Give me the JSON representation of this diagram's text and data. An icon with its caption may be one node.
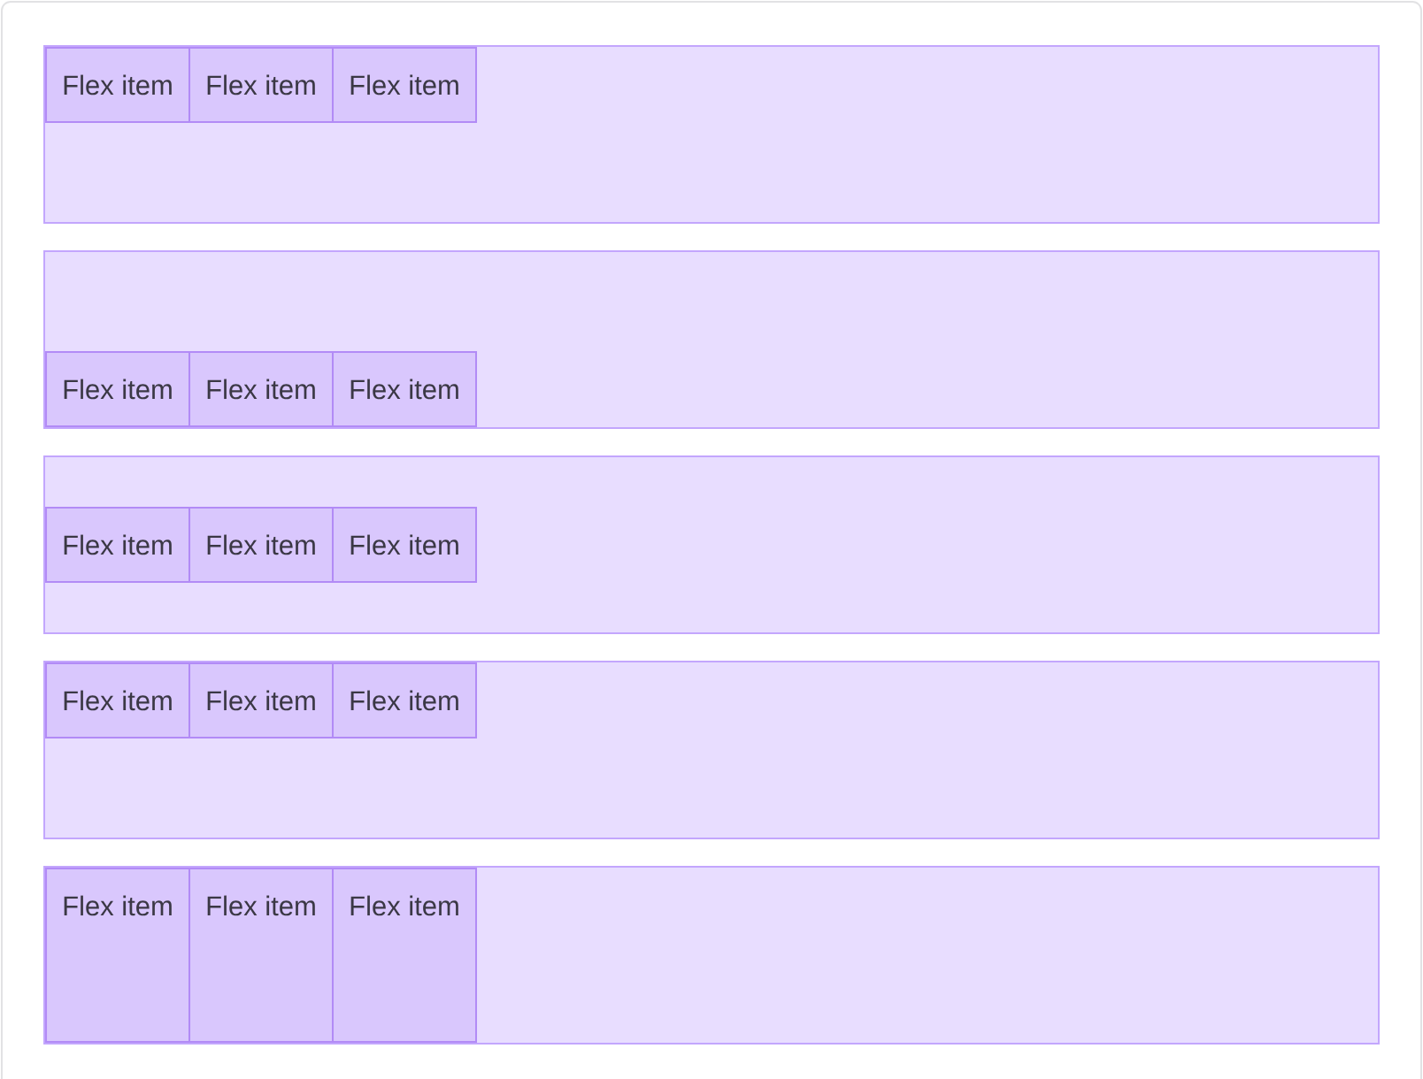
{
  "diagram": {
    "nodes": [
      {
        "text": [],
        "shape": "box"
      },
      {
        "text": [],
        "shape": "box",
        "in": 0
      },
      {
        "text": [
          "Flex item"
        ],
        "in": 1
      },
      {
        "text": [
          "Flex item"
        ],
        "in": 1
      },
      {
        "text": [
          "Flex item"
        ],
        "in": 1
      },
      {
        "text": [],
        "shape": "box",
        "in": 0
      },
      {
        "text": [
          "Flex item"
        ],
        "in": 5
      },
      {
        "text": [
          "Flex item"
        ],
        "in": 5
      },
      {
        "text": [
          "Flex item"
        ],
        "in": 5
      },
      {
        "text": [],
        "shape": "box",
        "in": 0
      },
      {
        "text": [
          "Flex item"
        ],
        "in": 9
      },
      {
        "text": [
          "Flex item"
        ],
        "in": 9
      },
      {
        "text": [
          "Flex item"
        ],
        "in": 9
      },
      {
        "text": [],
        "shape": "box",
        "in": 0
      },
      {
        "text": [
          "Flex item"
        ],
        "in": 13
      },
      {
        "text": [
          "Flex item"
        ],
        "in": 13
      },
      {
        "text": [
          "Flex item"
        ],
        "in": 13
      },
      {
        "text": [],
        "shape": "box",
        "in": 0
      },
      {
        "text": [
          "Flex item"
        ],
        "in": 17
      },
      {
        "text": [
          "Flex item"
        ],
        "in": 17
      },
      {
        "text": [
          "Flex item"
        ],
        "in": 17
      }
    ]
  }
}
